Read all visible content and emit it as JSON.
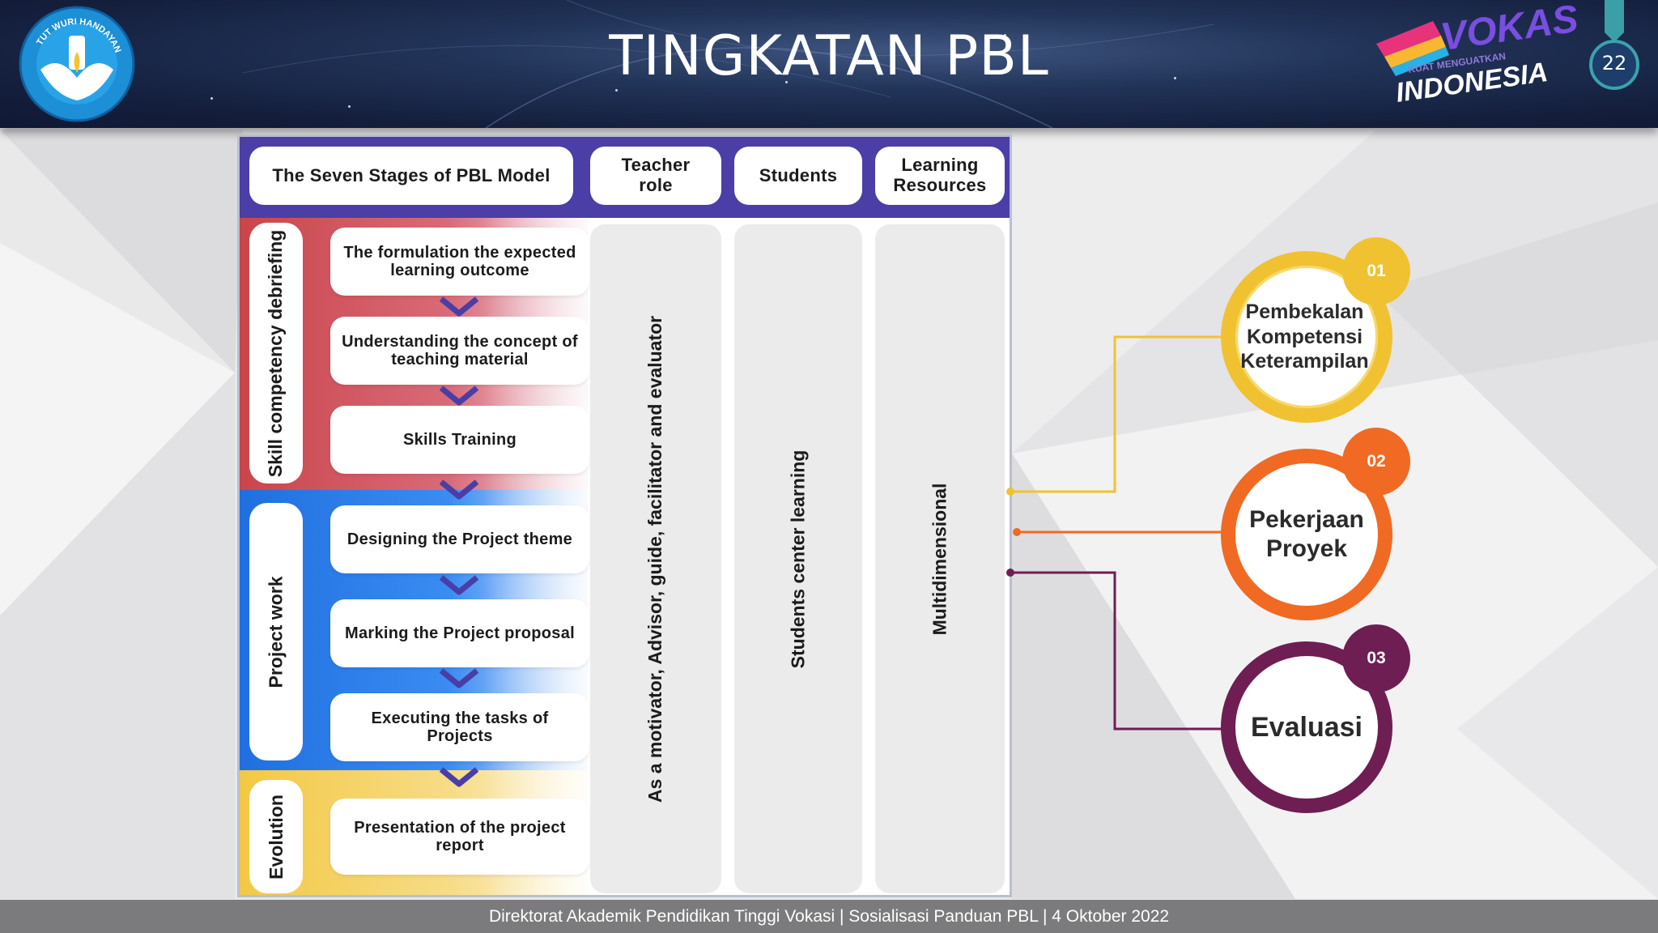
{
  "header": {
    "title": "TINGKATAN PBL",
    "page_number": "22",
    "left_logo_text": "TUT WURI HANDAYANI",
    "right_logo": {
      "line1": "VOKASI",
      "line2": "KUAT MENGUATKAN",
      "line3": "INDONESIA"
    }
  },
  "table": {
    "headers": [
      "The Seven Stages of PBL Model",
      "Teacher role",
      "Students",
      "Learning Resources"
    ],
    "phases": [
      {
        "label": "Skill competency debriefing",
        "color": "#c9454b"
      },
      {
        "label": "Project work",
        "color": "#1f6fe0"
      },
      {
        "label": "Evolution",
        "color": "#f3c845"
      }
    ],
    "stages": [
      "The formulation the expected learning outcome",
      "Understanding the concept of teaching material",
      "Skills Training",
      "Designing the Project theme",
      "Marking the Project proposal",
      "Executing the tasks of Projects",
      "Presentation of the project report"
    ],
    "columns": {
      "teacher_role": "As a motivator, Advisor, guide, facilitator and evaluator",
      "students": "Students center learning",
      "learning_resources": "Multidimensional"
    }
  },
  "levels": [
    {
      "number": "01",
      "label": "Pembekalan Kompetensi Keterampilan",
      "color": "#f0c232"
    },
    {
      "number": "02",
      "label": "Pekerjaan Proyek",
      "color": "#f06a23"
    },
    {
      "number": "03",
      "label": "Evaluasi",
      "color": "#6e1e52"
    }
  ],
  "footer": {
    "text": "Direktorat Akademik Pendidikan Tinggi Vokasi | Sosialisasi Panduan PBL | 4 Oktober 2022"
  }
}
